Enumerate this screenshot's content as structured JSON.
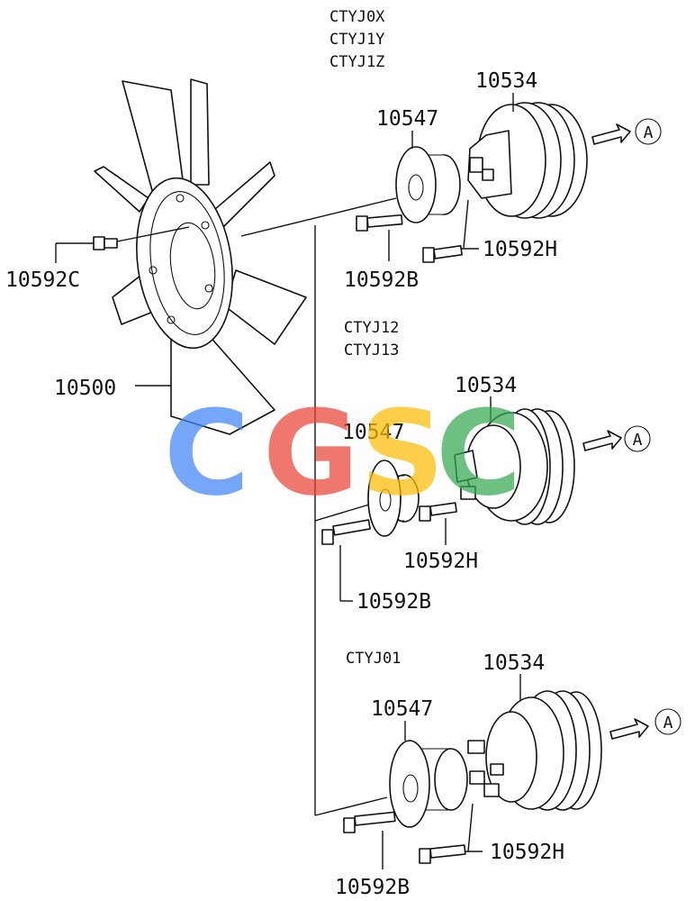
{
  "groups": [
    {
      "codes": [
        "CTYJ0X",
        "CTYJ1Y",
        "CTYJ1Z"
      ],
      "pulley": "10534",
      "hub": "10547",
      "bolt_hub": "10592B",
      "bolt_pulley": "10592H",
      "ref": "A"
    },
    {
      "codes": [
        "CTYJ12",
        "CTYJ13"
      ],
      "pulley": "10534",
      "hub": "10547",
      "bolt_hub": "10592B",
      "bolt_pulley": "10592H",
      "ref": "A"
    },
    {
      "codes": [
        "CTYJ01"
      ],
      "pulley": "10534",
      "hub": "10547",
      "bolt_hub": "10592B",
      "bolt_pulley": "10592H",
      "ref": "A"
    }
  ],
  "fan": {
    "part": "10500",
    "bolt": "10592C"
  },
  "watermark": {
    "letters": [
      "C",
      "G",
      "S",
      "C"
    ],
    "colors": [
      "#4285F4",
      "#EA4335",
      "#FBBC05",
      "#34A853"
    ]
  }
}
